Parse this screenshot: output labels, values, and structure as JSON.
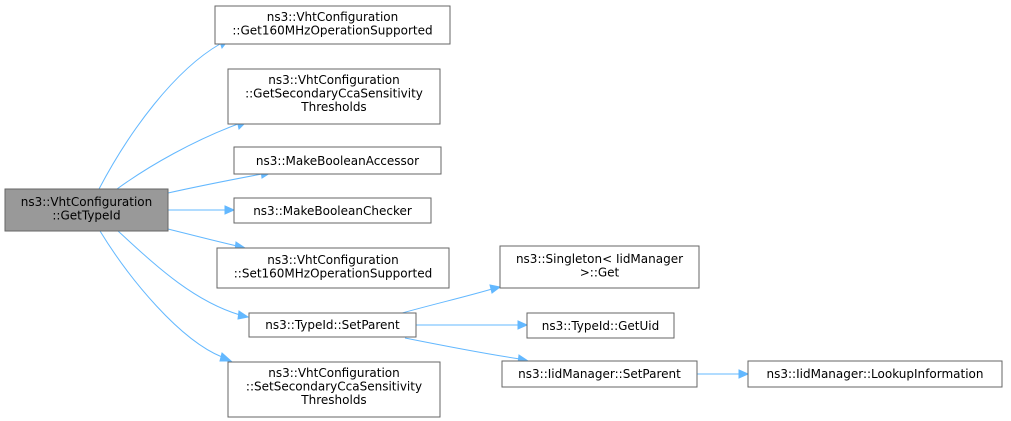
{
  "diagram": {
    "nodes": {
      "get_type_id": [
        "ns3::VhtConfiguration",
        "::GetTypeId"
      ],
      "get_160": [
        "ns3::VhtConfiguration",
        "::Get160MHzOperationSupported"
      ],
      "get_secondary": [
        "ns3::VhtConfiguration",
        "::GetSecondaryCcaSensitivity",
        "Thresholds"
      ],
      "make_accessor": [
        "ns3::MakeBooleanAccessor"
      ],
      "make_checker": [
        "ns3::MakeBooleanChecker"
      ],
      "set_160": [
        "ns3::VhtConfiguration",
        "::Set160MHzOperationSupported"
      ],
      "set_parent": [
        "ns3::TypeId::SetParent"
      ],
      "set_secondary": [
        "ns3::VhtConfiguration",
        "::SetSecondaryCcaSensitivity",
        "Thresholds"
      ],
      "singleton_get": [
        "ns3::Singleton< IidManager",
        ">::Get"
      ],
      "get_uid": [
        "ns3::TypeId::GetUid"
      ],
      "iid_set_parent": [
        "ns3::IidManager::SetParent"
      ],
      "lookup_info": [
        "ns3::IidManager::LookupInformation"
      ]
    },
    "edges": [
      [
        "get_type_id",
        "get_160"
      ],
      [
        "get_type_id",
        "get_secondary"
      ],
      [
        "get_type_id",
        "make_accessor"
      ],
      [
        "get_type_id",
        "make_checker"
      ],
      [
        "get_type_id",
        "set_160"
      ],
      [
        "get_type_id",
        "set_parent"
      ],
      [
        "get_type_id",
        "set_secondary"
      ],
      [
        "set_parent",
        "singleton_get"
      ],
      [
        "set_parent",
        "get_uid"
      ],
      [
        "set_parent",
        "iid_set_parent"
      ],
      [
        "iid_set_parent",
        "lookup_info"
      ]
    ],
    "colors": {
      "edge": "#63b8ff",
      "root_fill": "#999999",
      "node_border": "#666666"
    }
  }
}
